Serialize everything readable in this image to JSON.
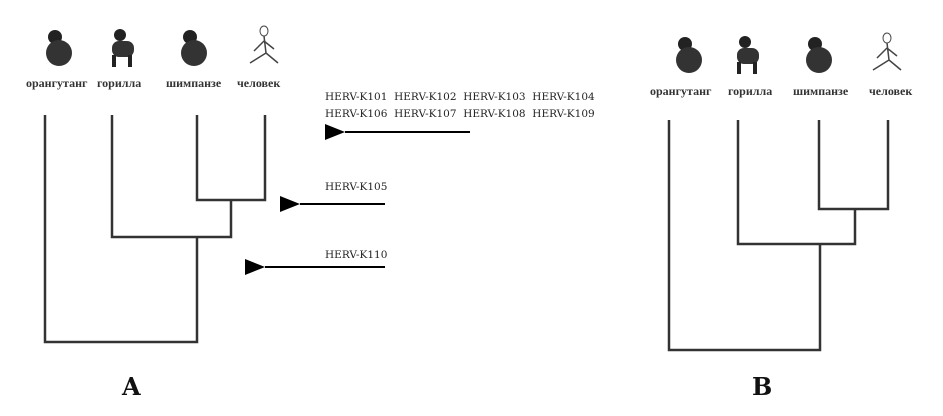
{
  "species": [
    "орангутанг",
    "горилла",
    "шимпанзе",
    "человек"
  ],
  "panels": {
    "a": "A",
    "b": "B"
  },
  "annotations": {
    "row1": [
      "HERV-K101",
      "HERV-K102",
      "HERV-K103",
      "HERV-K104"
    ],
    "row2": [
      "HERV-K106",
      "HERV-K107",
      "HERV-K108",
      "HERV-K109"
    ],
    "k105": "HERV-K105",
    "k110": "HERV-K110"
  }
}
